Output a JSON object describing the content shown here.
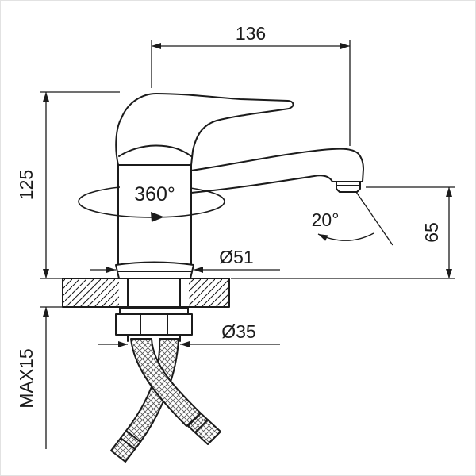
{
  "drawing": {
    "name": "single-handle-faucet-dimension-drawing",
    "line_color": "#1b1b1b",
    "background": "#ffffff",
    "labels": {
      "width_top": "136",
      "height_left": "125",
      "rotation": "360°",
      "base_diameter": "Ø51",
      "spout_angle": "20°",
      "outlet_height": "65",
      "shank_diameter": "Ø35",
      "max_thickness": "MAX15"
    }
  }
}
